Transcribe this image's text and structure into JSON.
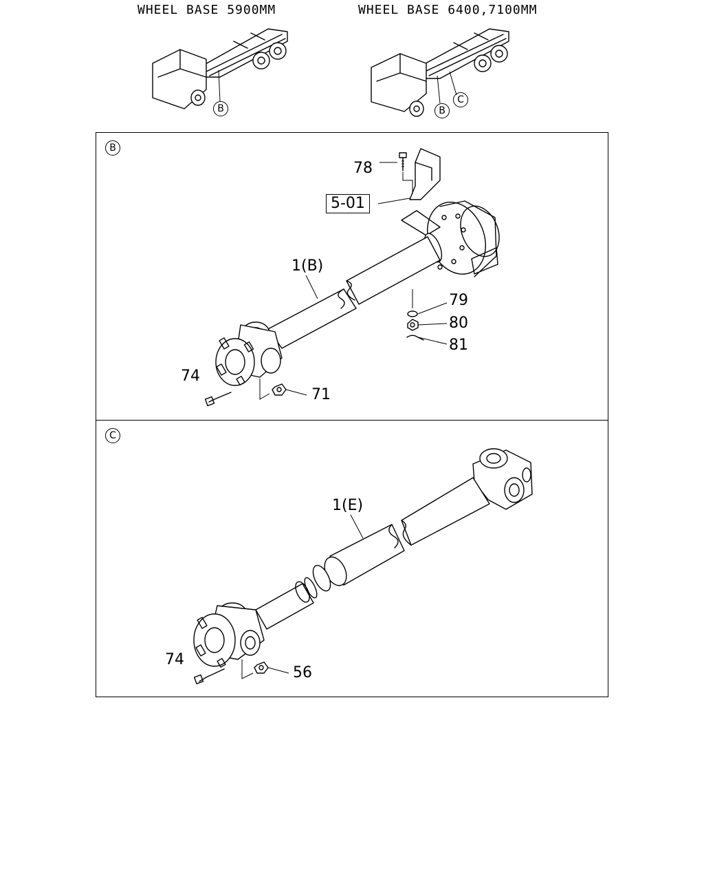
{
  "headings": {
    "left": "WHEEL BASE 5900MM",
    "right": "WHEEL BASE 6400,7100MM"
  },
  "truck_left": {
    "callout_b": "B"
  },
  "truck_right": {
    "callout_b": "B",
    "callout_c": "C"
  },
  "section_b": {
    "marker": "B",
    "shaft_label": "1(B)",
    "reference_box": "5-01",
    "parts": {
      "p78": "78",
      "p79": "79",
      "p80": "80",
      "p81": "81",
      "p74": "74",
      "p71": "71"
    }
  },
  "section_c": {
    "marker": "C",
    "shaft_label": "1(E)",
    "parts": {
      "p74": "74",
      "p56": "56"
    }
  }
}
